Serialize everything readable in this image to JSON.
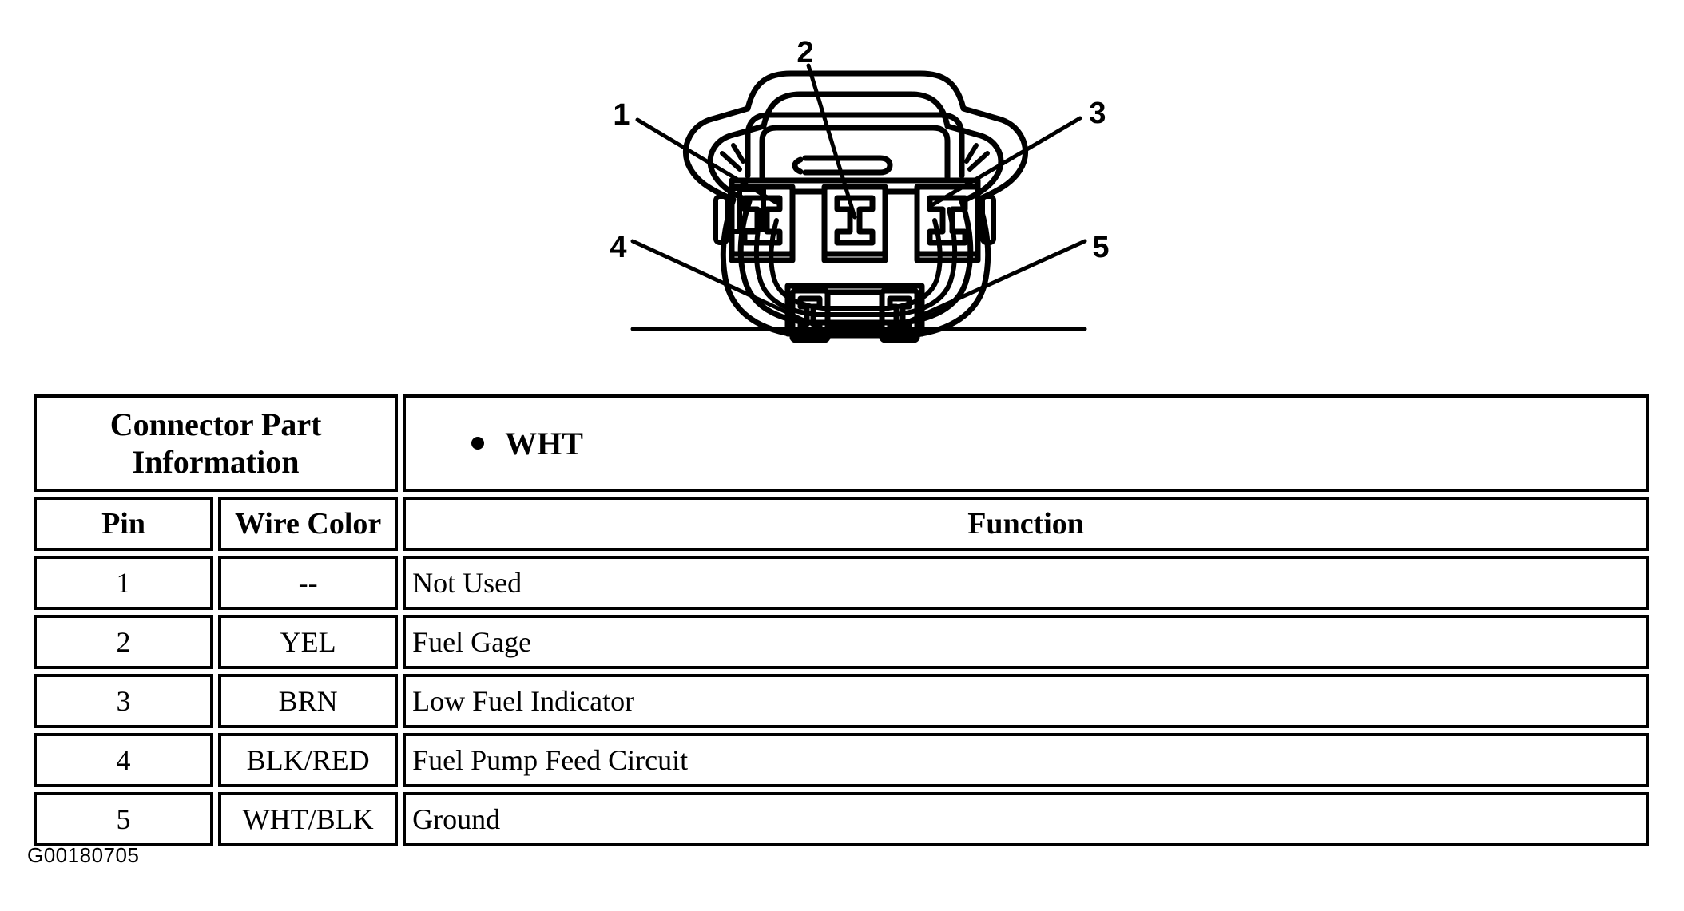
{
  "figure": {
    "code": "G00180705",
    "callouts": [
      {
        "label": "1",
        "pin": 1
      },
      {
        "label": "2",
        "pin": 2
      },
      {
        "label": "3",
        "pin": 3
      },
      {
        "label": "4",
        "pin": 4
      },
      {
        "label": "5",
        "pin": 5
      }
    ],
    "connector_description": "5-way connector face view with 3 upper cavities and 2 lower cavities"
  },
  "table": {
    "title": "Connector Part Information",
    "part_note": "WHT",
    "headers": {
      "pin": "Pin",
      "wire_color": "Wire Color",
      "function": "Function"
    },
    "rows": [
      {
        "pin": "1",
        "wire_color": "--",
        "function": "Not Used"
      },
      {
        "pin": "2",
        "wire_color": "YEL",
        "function": "Fuel Gage"
      },
      {
        "pin": "3",
        "wire_color": "BRN",
        "function": "Low Fuel Indicator"
      },
      {
        "pin": "4",
        "wire_color": "BLK/RED",
        "function": "Fuel Pump Feed Circuit"
      },
      {
        "pin": "5",
        "wire_color": "WHT/BLK",
        "function": "Ground"
      }
    ]
  },
  "colors": {
    "ink": "#000000",
    "paper": "#ffffff"
  }
}
